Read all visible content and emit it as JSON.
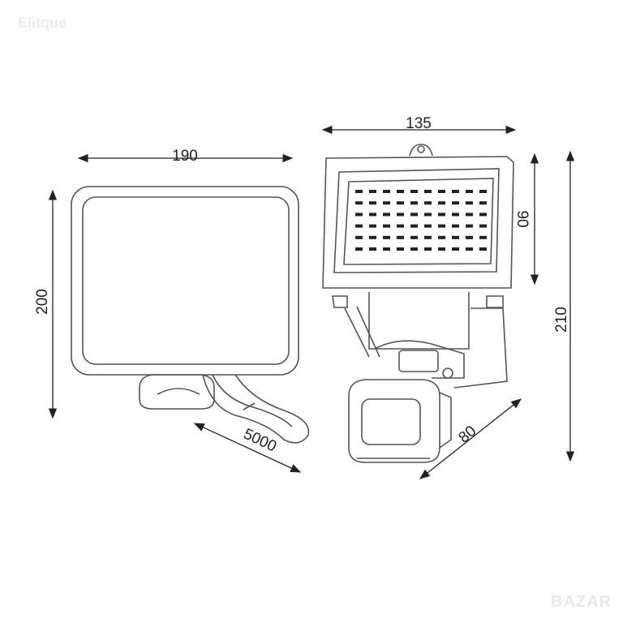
{
  "watermark": "Elitque",
  "logo": "BAZAR",
  "dimensions": {
    "panel_width": "190",
    "panel_height": "200",
    "cable_length": "5000",
    "lamp_width": "135",
    "lamp_head_height": "90",
    "lamp_total_height": "210",
    "sensor_depth": "80"
  },
  "led_grid": {
    "columns": 10,
    "rows": 6
  }
}
